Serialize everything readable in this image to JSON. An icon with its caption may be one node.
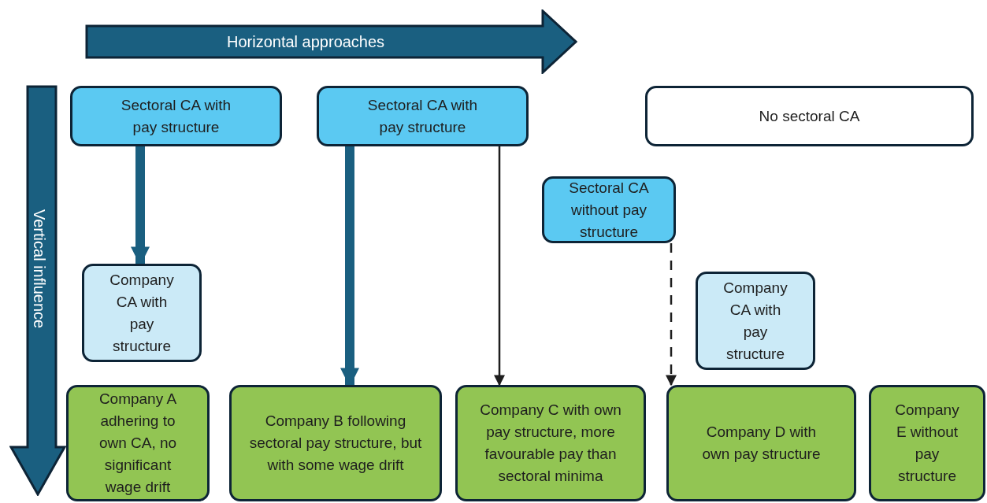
{
  "diagram": {
    "nodes": [
      {
        "text": [
          "Horizontal approaches"
        ]
      },
      {
        "text": [
          "Vertical influence"
        ]
      },
      {
        "text": [
          "Sectoral CA with pay structure"
        ]
      },
      {
        "text": [
          "Sectoral CA with pay structure"
        ]
      },
      {
        "text": [
          "No sectoral CA"
        ]
      },
      {
        "text": [
          "Sectoral CA without pay structure"
        ]
      },
      {
        "text": [
          "Company CA with pay structure"
        ]
      },
      {
        "text": [
          "Company CA with pay structure"
        ]
      },
      {
        "text": [
          "Company A adhering to own CA, no significant wage drift"
        ]
      },
      {
        "text": [
          "Company B following sectoral pay structure, but with some wage drift"
        ]
      },
      {
        "text": [
          "Company C with own pay structure, more favourable pay than sectoral minima"
        ]
      },
      {
        "text": [
          "Company D with own pay structure"
        ]
      },
      {
        "text": [
          "Company E without pay structure"
        ]
      }
    ],
    "edges": [
      {
        "from": 2,
        "to": 6,
        "arrow": "to",
        "style": "thick",
        "color": "#1a5f80"
      },
      {
        "from": 3,
        "to": 9,
        "arrow": "to",
        "style": "thick",
        "color": "#1a5f80"
      },
      {
        "from": 3,
        "to": 10,
        "arrow": "to",
        "color": "#1e1e1e"
      },
      {
        "from": 5,
        "to": 11,
        "arrow": "to",
        "style": "dashed",
        "color": "#1e1e1e"
      }
    ]
  }
}
